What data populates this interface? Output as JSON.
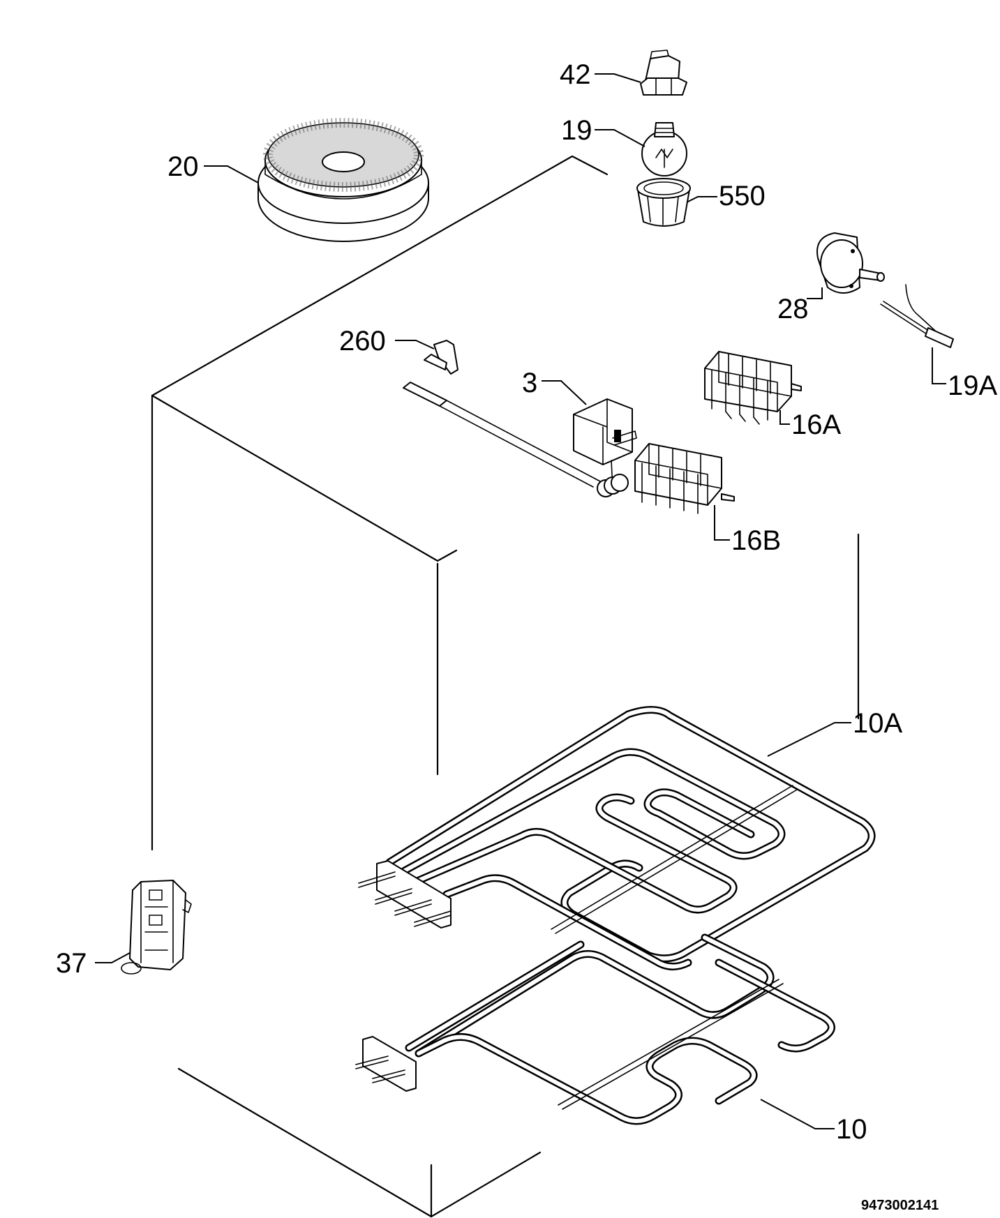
{
  "parts": [
    {
      "id": "p42",
      "label": "42"
    },
    {
      "id": "p19",
      "label": "19"
    },
    {
      "id": "p20",
      "label": "20"
    },
    {
      "id": "p550",
      "label": "550"
    },
    {
      "id": "p28",
      "label": "28"
    },
    {
      "id": "p260",
      "label": "260"
    },
    {
      "id": "p3",
      "label": "3"
    },
    {
      "id": "p19a",
      "label": "19A"
    },
    {
      "id": "p16a",
      "label": "16A"
    },
    {
      "id": "p16b",
      "label": "16B"
    },
    {
      "id": "p10a",
      "label": "10A"
    },
    {
      "id": "p37",
      "label": "37"
    },
    {
      "id": "p10",
      "label": "10"
    }
  ],
  "diagram_code": "9473002141"
}
